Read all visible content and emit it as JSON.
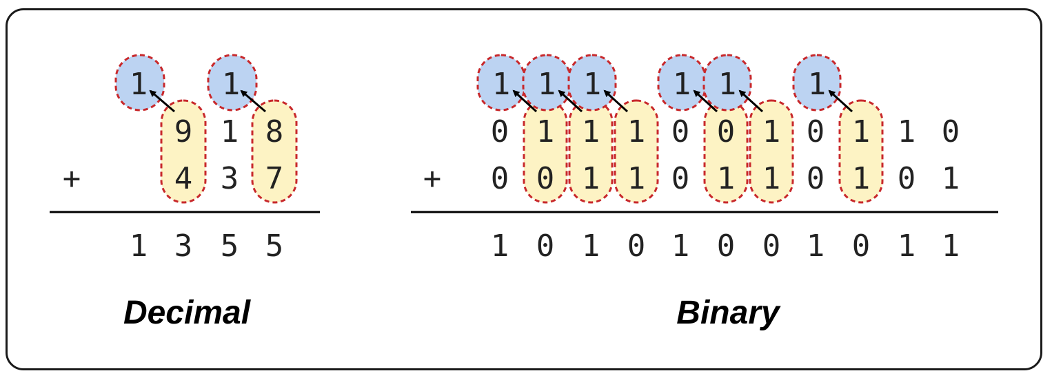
{
  "decimal": {
    "carries": [
      "1",
      "1"
    ],
    "row1": [
      "9",
      "1",
      "8"
    ],
    "row2": [
      "4",
      "3",
      "7"
    ],
    "plus": "+",
    "result": [
      "1",
      "3",
      "5",
      "5"
    ],
    "caption": "Decimal"
  },
  "binary": {
    "carries": [
      "1",
      "1",
      "1",
      "1",
      "1",
      "1"
    ],
    "row1": [
      "0",
      "1",
      "1",
      "1",
      "0",
      "0",
      "1",
      "0",
      "1",
      "1",
      "0"
    ],
    "row2": [
      "0",
      "0",
      "1",
      "1",
      "0",
      "1",
      "1",
      "0",
      "1",
      "0",
      "1"
    ],
    "plus": "+",
    "result": [
      "1",
      "0",
      "1",
      "0",
      "1",
      "0",
      "0",
      "1",
      "0",
      "1",
      "1"
    ],
    "caption": "Binary"
  },
  "colors": {
    "carry_fill": "#bcd3f2",
    "column_fill": "#fdf3c4",
    "outline": "#c8282b"
  }
}
